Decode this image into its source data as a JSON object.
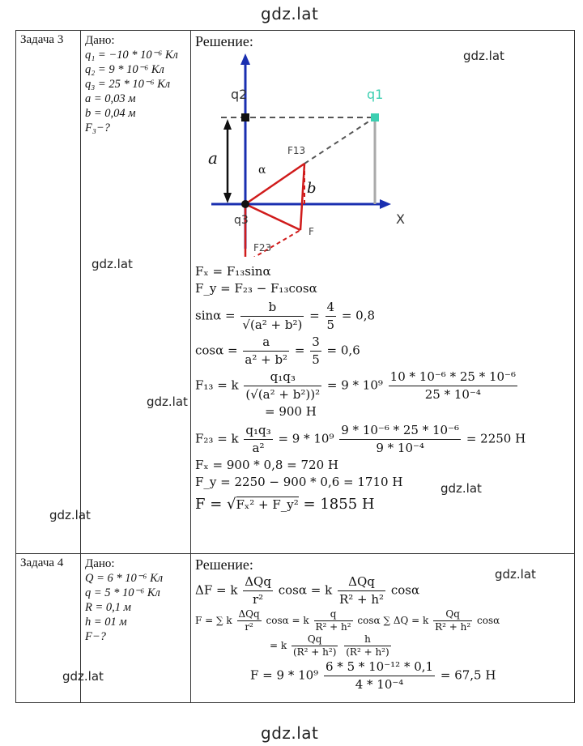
{
  "watermarks": {
    "top": "gdz.lat",
    "bottom": "gdz.lat",
    "inline": [
      "gdz.lat",
      "gdz.lat",
      "gdz.lat",
      "gdz.lat",
      "gdz.lat",
      "gdz.lat",
      "gdz.lat"
    ]
  },
  "task3": {
    "label": "Задача 3",
    "given_title": "Дано:",
    "given": [
      "q₁ = −10 * 10⁻⁶ Кл",
      "q₂ = 9 * 10⁻⁶ Кл",
      "q₃ = 25 * 10⁻⁶ Кл",
      "a = 0,03 м",
      "b = 0,04 м",
      "F₃−?"
    ],
    "solution_title": "Решение:",
    "diagram": {
      "q1": "q1",
      "q2": "q2",
      "q3": "q3",
      "a": "a",
      "b": "b",
      "alpha": "α",
      "x": "X",
      "f13": "F13",
      "f23": "F23",
      "f": "F"
    },
    "eq_fx": "Fₓ = F₁₃sinα",
    "eq_fy": "F_y = F₂₃ − F₁₃cosα",
    "sin_lhs": "sinα =",
    "sin_num": "b",
    "sin_den": "√(a² + b²)",
    "sin_mid": "=",
    "sin_num2": "4",
    "sin_den2": "5",
    "sin_res": "= 0,8",
    "cos_lhs": "cosα =",
    "cos_num": "a",
    "cos_den": "a² + b²",
    "cos_mid": "=",
    "cos_num2": "3",
    "cos_den2": "5",
    "cos_res": "= 0,6",
    "f13_lhs": "F₁₃ = k",
    "f13_num": "q₁q₃",
    "f13_den": "(√(a² + b²))²",
    "f13_mid": "= 9 * 10⁹",
    "f13_num2": "10 * 10⁻⁶ * 25 * 10⁻⁶",
    "f13_den2": "25 * 10⁻⁴",
    "f13_res": "= 900 Н",
    "f23_lhs": "F₂₃ = k",
    "f23_num": "q₁q₃",
    "f23_den": "a²",
    "f23_mid": "= 9 * 10⁹",
    "f23_num2": "9 * 10⁻⁶ * 25 * 10⁻⁶",
    "f23_den2": "9 * 10⁻⁴",
    "f23_res": "= 2250 Н",
    "fx_val": "Fₓ = 900 * 0,8 = 720 Н",
    "fy_val": "F_y = 2250 − 900 * 0,6 = 1710 Н",
    "f_lhs": "F =",
    "f_rad": "Fₓ² + F_y²",
    "f_res": "= 1855 Н"
  },
  "task4": {
    "label": "Задача 4",
    "given_title": "Дано:",
    "given": [
      "Q = 6 * 10⁻⁶ Кл",
      "q = 5 * 10⁻⁶ Кл",
      "R = 0,1 м",
      "h = 01 м",
      "F−?"
    ],
    "solution_title": "Решение:",
    "l1_lhs": "ΔF = k",
    "l1_n1": "ΔQq",
    "l1_d1": "r²",
    "l1_m1": "cosα = k",
    "l1_n2": "ΔQq",
    "l1_d2": "R² + h²",
    "l1_end": "cosα",
    "l2_a": "F = ∑ k",
    "l2_n1": "ΔQq",
    "l2_d1": "r²",
    "l2_b": "cosα = k",
    "l2_n2": "q",
    "l2_d2": "R² + h²",
    "l2_c": "cosα ∑ ΔQ = k",
    "l2_n3": "Qq",
    "l2_d3": "R² + h²",
    "l2_end": "cosα",
    "l3_a": "= k",
    "l3_n1": "Qq",
    "l3_d1": "(R² + h²)",
    "l3_n2": "h",
    "l3_d2": "(R² + h²)",
    "l4_a": "F = 9 * 10⁹",
    "l4_num": "6 * 5 * 10⁻¹² * 0,1",
    "l4_den": "4 * 10⁻⁴",
    "l4_res": "= 67,5 Н"
  }
}
